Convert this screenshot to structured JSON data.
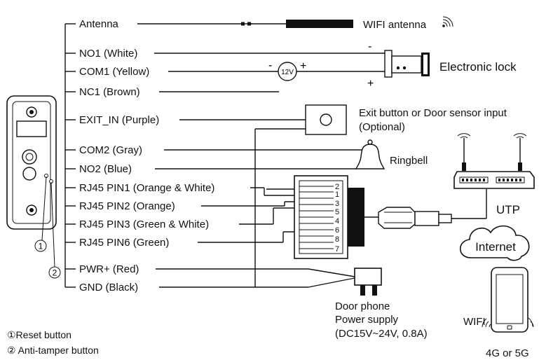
{
  "wires": [
    "Antenna",
    "NO1 (White)",
    "COM1 (Yellow)",
    "NC1 (Brown)",
    "EXIT_IN (Purple)",
    "COM2 (Gray)",
    "NO2 (Blue)",
    "RJ45 PIN1 (Orange & White)",
    "RJ45 PIN2 (Orange)",
    "RJ45 PIN3 (Green & White)",
    "RJ45 PIN6 (Green)",
    "PWR+ (Red)",
    "GND (Black)"
  ],
  "devices": {
    "wifi_antenna": "WIFI antenna",
    "electronic_lock": "Electronic lock",
    "exit_button_line1": "Exit button or Door sensor input",
    "exit_button_line2": "(Optional)",
    "ringbell": "Ringbell",
    "utp": "UTP",
    "internet": "Internet",
    "door_phone": "Door phone",
    "power_supply": "Power supply",
    "power_spec": "(DC15V~24V, 0.8A)",
    "wifi": "WIFI",
    "cellular": "4G or 5G"
  },
  "battery": {
    "voltage": "12V",
    "minus": "-",
    "plus": "+"
  },
  "lock_polarity": {
    "minus": "-",
    "plus": "+"
  },
  "rj45_pins": [
    "2",
    "1",
    "3",
    "5",
    "4",
    "6",
    "8",
    "7"
  ],
  "callouts": {
    "reset_num": "1",
    "tamper_num": "2"
  },
  "legend": {
    "reset": "①Reset button",
    "tamper": "② Anti-tamper button"
  }
}
